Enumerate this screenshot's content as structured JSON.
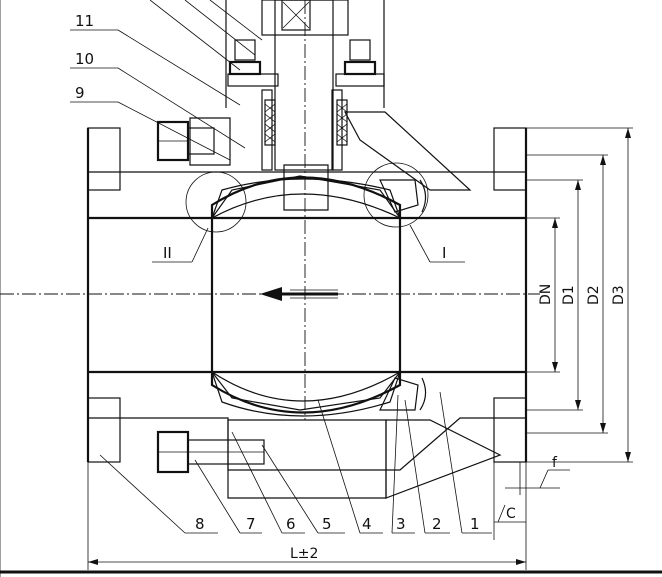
{
  "labels": {
    "part_1": "1",
    "part_2": "2",
    "part_3": "3",
    "part_4": "4",
    "part_5": "5",
    "part_6": "6",
    "part_7": "7",
    "part_8": "8",
    "part_9": "9",
    "part_10": "10",
    "part_11": "11",
    "detail_1": "I",
    "detail_2": "II"
  },
  "dimensions": {
    "dn": "DN",
    "d1": "D1",
    "d2": "D2",
    "d3": "D3",
    "f": "f",
    "c": "C",
    "length": "L±2"
  }
}
